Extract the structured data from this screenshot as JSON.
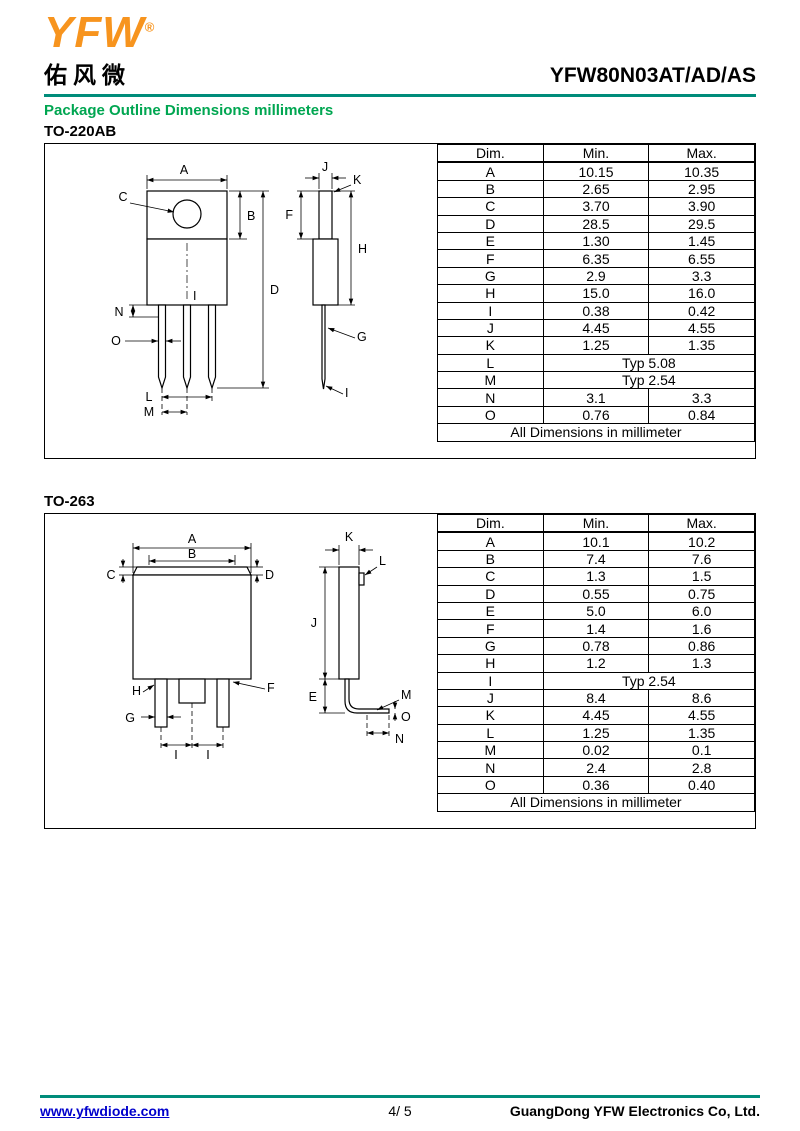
{
  "header": {
    "logo_text": "YFW",
    "logo_reg": "®",
    "logo_cn": "佑风微",
    "title": "YFW80N03AT/AD/AS"
  },
  "section": {
    "heading": "Package Outline Dimensions millimeters"
  },
  "dim_letters": {
    "A": "A",
    "B": "B",
    "C": "C",
    "D": "D",
    "E": "E",
    "F": "F",
    "G": "G",
    "H": "H",
    "I": "I",
    "J": "J",
    "K": "K",
    "L": "L",
    "M": "M",
    "N": "N",
    "O": "O"
  },
  "packages": [
    {
      "name": "TO-220AB",
      "table": {
        "headers": [
          "Dim.",
          "Min.",
          "Max."
        ],
        "rows": [
          [
            "A",
            "10.15",
            "10.35"
          ],
          [
            "B",
            "2.65",
            "2.95"
          ],
          [
            "C",
            "3.70",
            "3.90"
          ],
          [
            "D",
            "28.5",
            "29.5"
          ],
          [
            "E",
            "1.30",
            "1.45"
          ],
          [
            "F",
            "6.35",
            "6.55"
          ],
          [
            "G",
            "2.9",
            "3.3"
          ],
          [
            "H",
            "15.0",
            "16.0"
          ],
          [
            "I",
            "0.38",
            "0.42"
          ],
          [
            "J",
            "4.45",
            "4.55"
          ],
          [
            "K",
            "1.25",
            "1.35"
          ],
          [
            "L",
            "Typ 5.08"
          ],
          [
            "M",
            "Typ 2.54"
          ],
          [
            "N",
            "3.1",
            "3.3"
          ],
          [
            "O",
            "0.76",
            "0.84"
          ]
        ],
        "footer": "All Dimensions in millimeter"
      }
    },
    {
      "name": "TO-263",
      "table": {
        "headers": [
          "Dim.",
          "Min.",
          "Max."
        ],
        "rows": [
          [
            "A",
            "10.1",
            "10.2"
          ],
          [
            "B",
            "7.4",
            "7.6"
          ],
          [
            "C",
            "1.3",
            "1.5"
          ],
          [
            "D",
            "0.55",
            "0.75"
          ],
          [
            "E",
            "5.0",
            "6.0"
          ],
          [
            "F",
            "1.4",
            "1.6"
          ],
          [
            "G",
            "0.78",
            "0.86"
          ],
          [
            "H",
            "1.2",
            "1.3"
          ],
          [
            "I",
            "Typ 2.54"
          ],
          [
            "J",
            "8.4",
            "8.6"
          ],
          [
            "K",
            "4.45",
            "4.55"
          ],
          [
            "L",
            "1.25",
            "1.35"
          ],
          [
            "M",
            "0.02",
            "0.1"
          ],
          [
            "N",
            "2.4",
            "2.8"
          ],
          [
            "O",
            "0.36",
            "0.40"
          ]
        ],
        "footer": "All Dimensions in millimeter"
      }
    }
  ],
  "footer": {
    "website": "www.yfwdiode.com",
    "page": "4/ 5",
    "company": "GuangDong YFW Electronics Co, Ltd."
  },
  "colors": {
    "heading_green": "#00A651",
    "rule_teal": "#008C7A",
    "logo_orange": "#F7941E",
    "link_blue": "#0000CC"
  }
}
